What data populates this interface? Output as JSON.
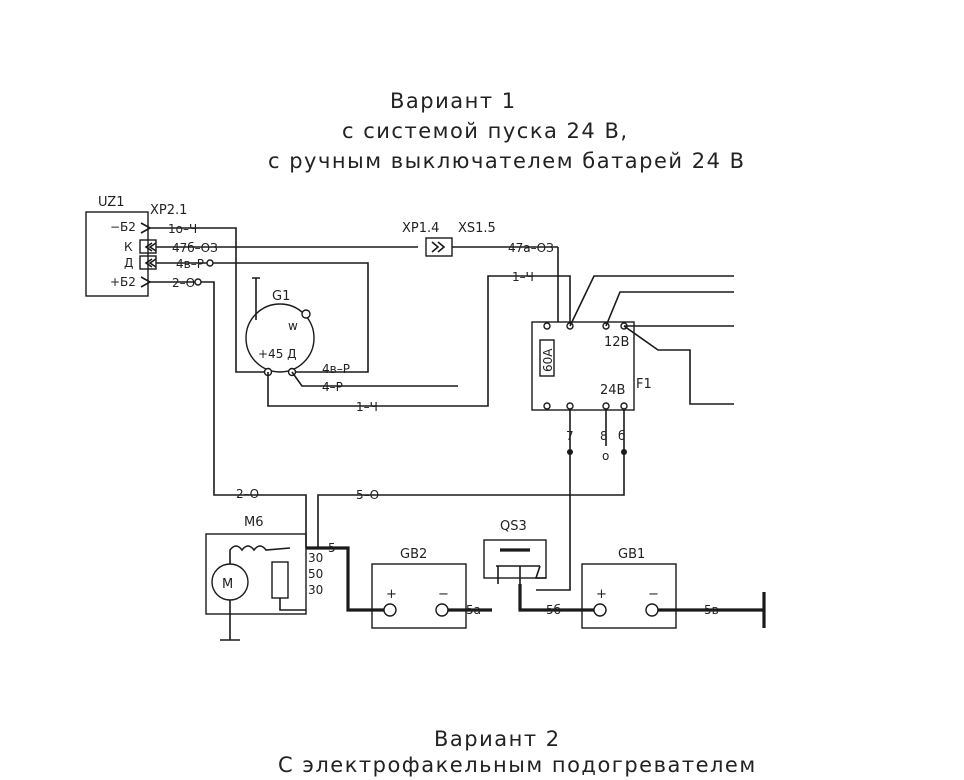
{
  "titles": {
    "v1_line1": "Вариант 1",
    "v1_line2": "с системой пуска 24 В,",
    "v1_line3": "с ручным выключателем батарей 24 В",
    "v2_line1": "Вариант 2",
    "v2_line2": "С электрофакельным подогревателем"
  },
  "components": {
    "uz1": "UZ1",
    "xp21": "XP2.1",
    "xp14": "XP1.4",
    "xs15": "XS1.5",
    "g1": "G1",
    "m6": "M6",
    "qs3": "QS3",
    "gb1": "GB1",
    "gb2": "GB2",
    "f1": "F1",
    "motor": "M"
  },
  "pins": {
    "b2_minus": "−Б2",
    "k": "К",
    "d": "Д",
    "b2_plus": "+Б2",
    "g1_terminal": "+45 Д",
    "relay_30_top": "30",
    "relay_50": "50",
    "relay_30_bottom": "30",
    "fuse_60a": "60А",
    "v12": "12В",
    "v24": "24В",
    "plus": "+",
    "minus": "−"
  },
  "wires": {
    "w_1o_ch": "1о–Ч",
    "w_47b_os": "47б–ОЗ",
    "w_4v_r_top": "4в–Р",
    "w_2_o": "2–О",
    "w_47a_os": "47а–ОЗ",
    "w_1_ch_right": "1–Ч",
    "w_4v_r_g1": "4в–Р",
    "w_4_r": "4–Р",
    "w_1_ch_bottom": "1–Ч",
    "w_2_o_left": "2–О",
    "w_5_o": "5–О",
    "w_5": "5",
    "w_5a": "5а",
    "w_5b": "5б",
    "w_5v": "5в",
    "w_7": "7",
    "w_8": "8",
    "w_6": "б",
    "w_o": "о"
  }
}
